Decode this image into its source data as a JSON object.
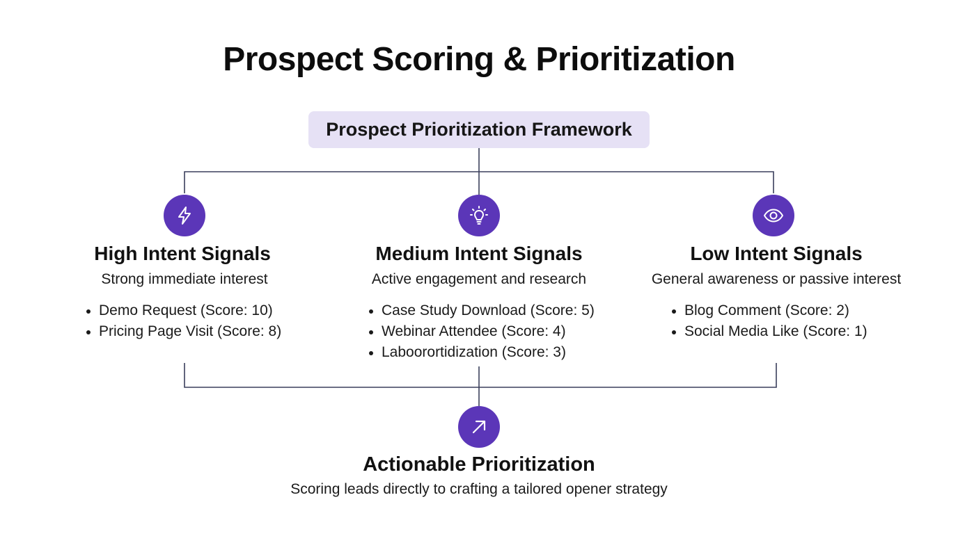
{
  "title": "Prospect Scoring & Prioritization",
  "framework": {
    "label": "Prospect Prioritization Framework"
  },
  "colors": {
    "accent": "#5b36b8",
    "framework_bg": "#e6e1f5",
    "connector": "#3a3f5c"
  },
  "columns": [
    {
      "icon": "lightning-icon",
      "title": "High Intent Signals",
      "subtitle": "Strong immediate interest",
      "items": [
        "Demo Request (Score: 10)",
        "Pricing Page Visit (Score: 8)"
      ]
    },
    {
      "icon": "lightbulb-icon",
      "title": "Medium Intent Signals",
      "subtitle": "Active engagement and research",
      "items": [
        "Case Study Download (Score: 5)",
        "Webinar Attendee (Score: 4)",
        "Laboorortidization (Score: 3)"
      ]
    },
    {
      "icon": "eye-icon",
      "title": "Low Intent Signals",
      "subtitle": "General awareness or passive interest",
      "items": [
        "Blog Comment (Score: 2)",
        "Social Media Like (Score: 1)"
      ]
    }
  ],
  "outcome": {
    "icon": "arrow-up-right-icon",
    "title": "Actionable Prioritization",
    "subtitle": "Scoring leads directly to crafting a tailored opener strategy"
  }
}
